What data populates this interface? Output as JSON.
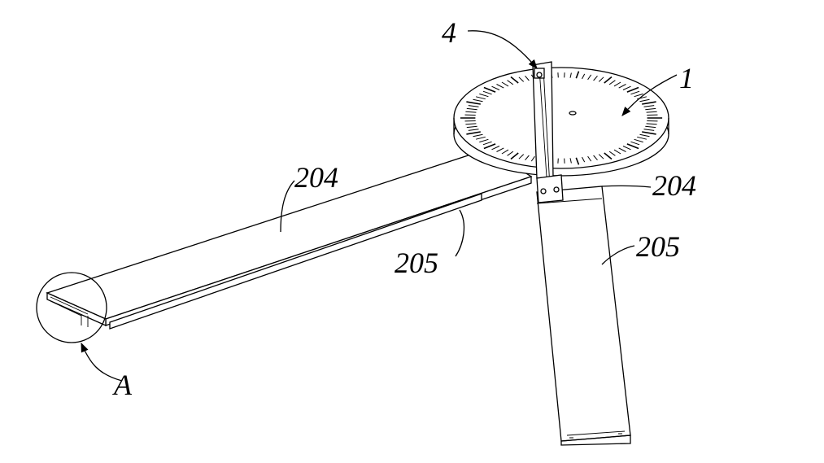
{
  "diagram": {
    "labels": {
      "protractor": "1",
      "pin": "4",
      "arm_left_top": "204",
      "arm_left_bottom": "205",
      "arm_right_top": "204",
      "arm_right_bottom": "205",
      "detail": "A"
    },
    "dial": {
      "tick_count": 90
    }
  }
}
